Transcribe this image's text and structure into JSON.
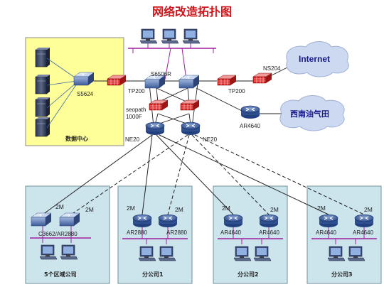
{
  "title": "网络改造拓扑图",
  "core": {
    "switch_label": "S6506R",
    "firewall_left_label": "TP200",
    "firewall_right_label": "TP200",
    "seopath_label": "seopath\n1000F",
    "router_left_label": "NE20",
    "router_right_label": "NE20",
    "ns_label": "NS204",
    "ar_label": "AR4640"
  },
  "datacenter": {
    "switch_label": "S5624",
    "caption": "数据中心"
  },
  "clouds": {
    "internet": "Internet",
    "xinan": "西南油气田"
  },
  "branches": [
    {
      "link_left": "2M",
      "link_right": "2M",
      "routers": "C3662/AR2880",
      "caption": "5个区域公司"
    },
    {
      "link_left": "2M",
      "link_right": "2M",
      "router_left": "AR2880",
      "router_right": "AR2880",
      "caption": "分公司1"
    },
    {
      "link_left": "2M",
      "link_right": "2M",
      "router_left": "AR4640",
      "router_right": "AR4640",
      "caption": "分公司2"
    },
    {
      "link_left": "2M",
      "link_right": "2M",
      "router_left": "AR4640",
      "router_right": "AR4640",
      "caption": "分公司3"
    }
  ],
  "colors": {
    "title": "#d0141a",
    "datacenter_bg": "#ffff99",
    "branch_bg": "#cce4ec",
    "cloud_bg": "#cdd9f0",
    "bus": "#a01fa0",
    "firewall": "#d82020"
  }
}
